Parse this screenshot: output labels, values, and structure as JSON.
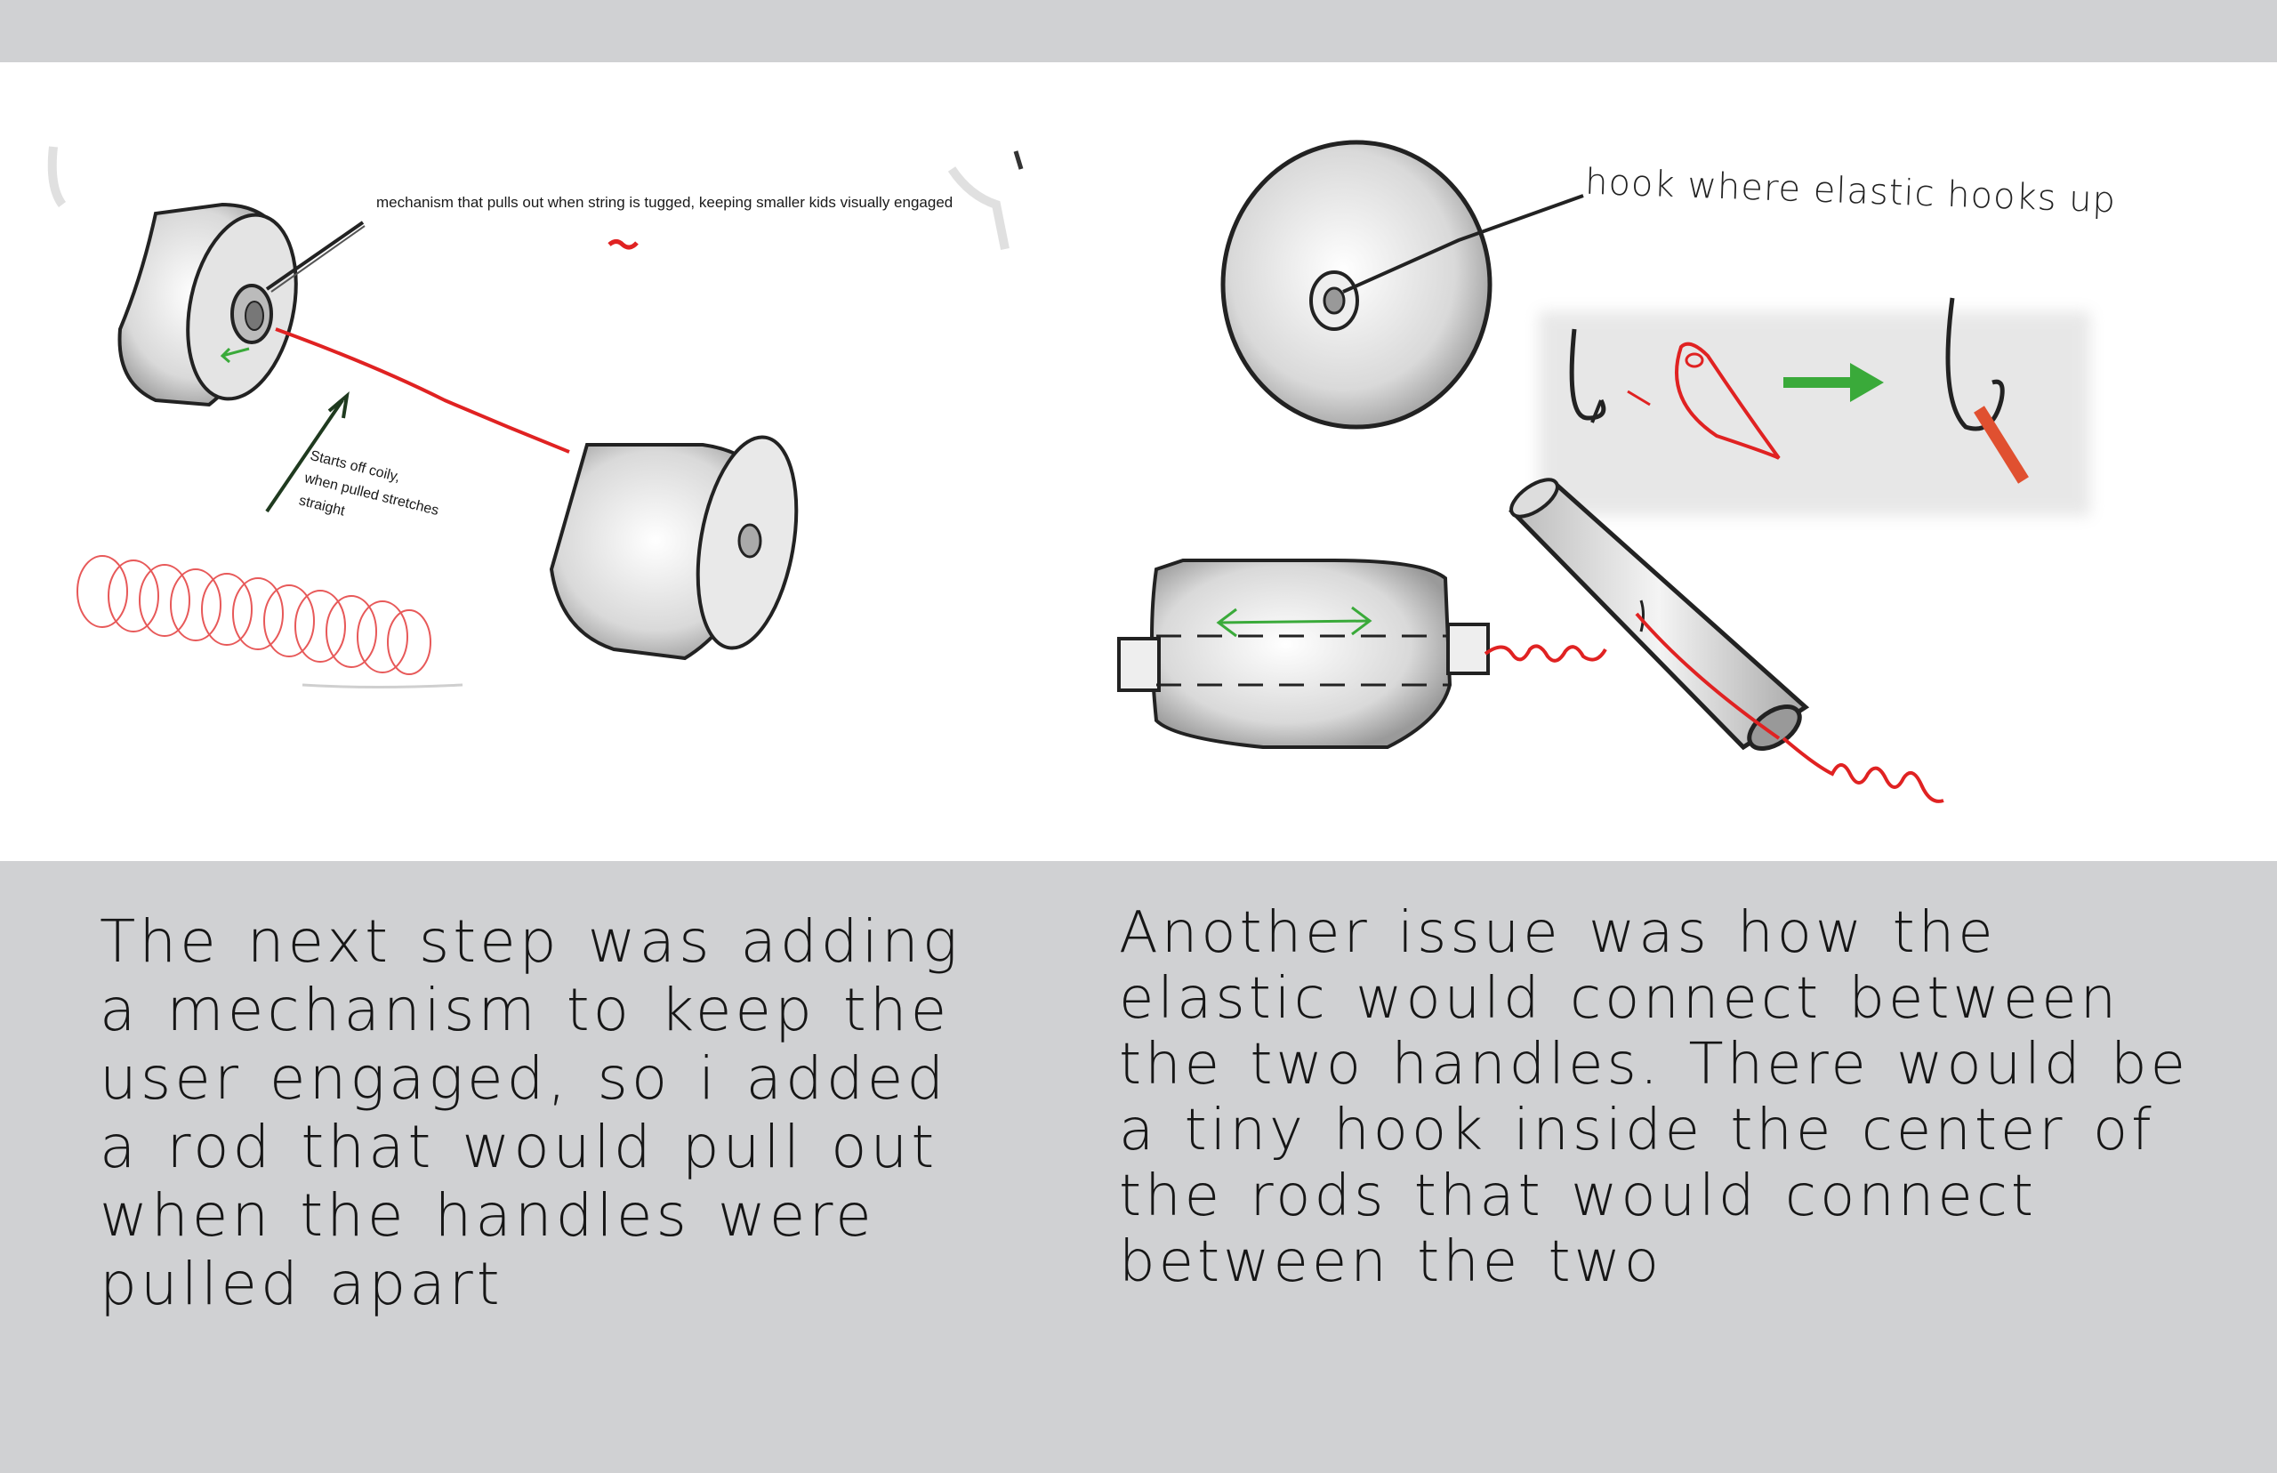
{
  "page": {
    "background": "#d0d1d3",
    "sketch_background": "#ffffff"
  },
  "sketch_left": {
    "mechanism_note": "mechanism that pulls out when string is tugged, keeping smaller kids visually engaged",
    "coil_note_lines": [
      "Starts off coily,",
      "when pulled stretches",
      "straight"
    ]
  },
  "sketch_right": {
    "hook_note": "hook where elastic hooks up"
  },
  "captions": {
    "left": "The next step was adding a mechanism to keep the user engaged, so i added a rod that would pull out when the handles were pulled apart",
    "right": "Another issue was how the elastic would connect between the two handles. There would be a tiny hook inside the center of the rods that would connect between the two"
  },
  "colors": {
    "elastic_red": "#e02222",
    "arrow_green": "#3aaa3a",
    "ink": "#1a1a1a"
  }
}
